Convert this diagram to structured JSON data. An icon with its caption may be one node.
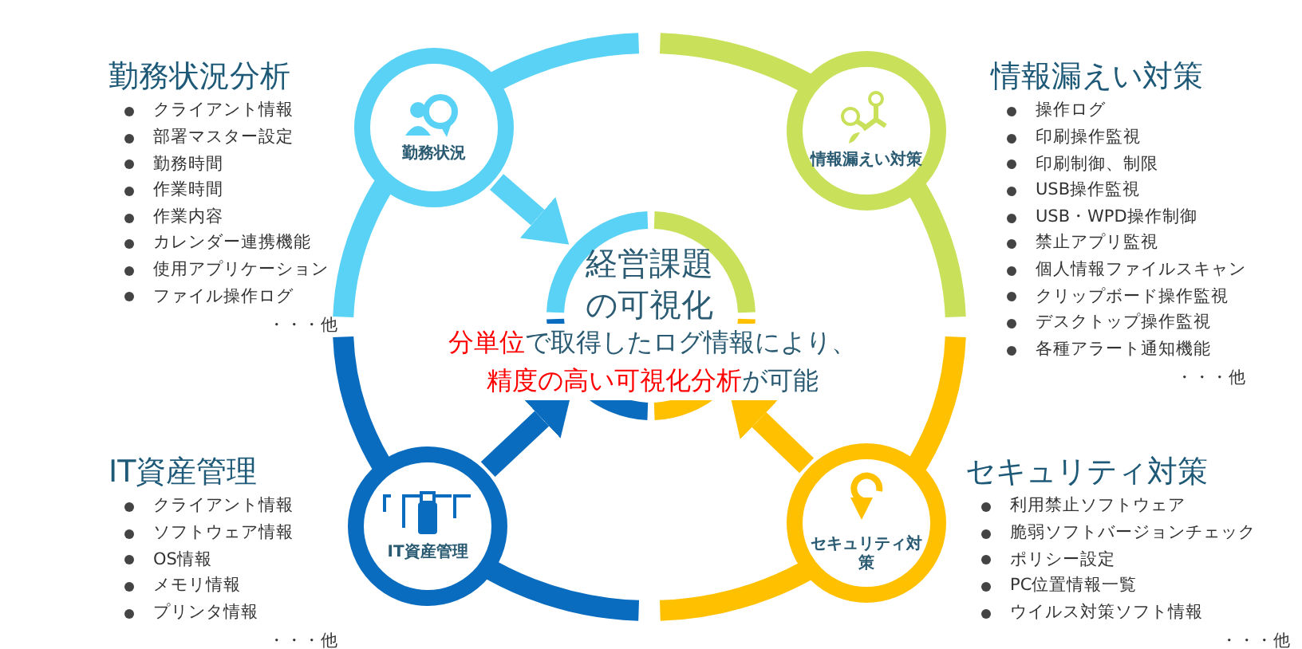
{
  "diagram": {
    "nodes": [
      {
        "text": [
          "経営課題の可視化"
        ]
      },
      {
        "text": [
          "勤務状況"
        ]
      },
      {
        "text": [
          "情報漏えい対策"
        ]
      },
      {
        "text": [
          "IT資産管理"
        ]
      },
      {
        "text": [
          "セキュリティ対策"
        ]
      }
    ],
    "edges": [
      {
        "from": 1,
        "to": 0,
        "arrow": "to",
        "color": "#5ad2f5"
      },
      {
        "from": 3,
        "to": 0,
        "arrow": "to",
        "color": "#0a6cbf"
      },
      {
        "from": 4,
        "to": 0,
        "arrow": "to",
        "color": "#ffc000"
      }
    ],
    "labels": [
      "勤務状況分析",
      "クライアント情報",
      "部署マスター設定",
      "勤務時間",
      "作業時間",
      "作業内容",
      "カレンダー連携機能",
      "使用アプリケーション",
      "ファイル操作ログ",
      "・・・他",
      "情報漏えい対策",
      "操作ログ",
      "印刷操作監視",
      "印刷制御、制限",
      "USB操作監視",
      "USB・WPD操作制御",
      "禁止アプリ監視",
      "個人情報ファイルスキャン",
      "クリップボード操作監視",
      "デスクトップ操作監視",
      "各種アラート通知機能",
      "・・・他",
      "**分単位**で取得したログ情報により、**精度の高い可視化分析**が可能",
      "IT資産管理",
      "クライアント情報",
      "ソフトウェア情報",
      "OS情報",
      "メモリ情報",
      "プリンタ情報",
      "・・・他",
      "セキュリティ対策",
      "利用禁止ソフトウェア",
      "脆弱ソフトバージョンチェック",
      "ポリシー設定",
      "PC位置情報一覧",
      "ウイルス対策ソフト情報",
      "・・・他"
    ]
  }
}
